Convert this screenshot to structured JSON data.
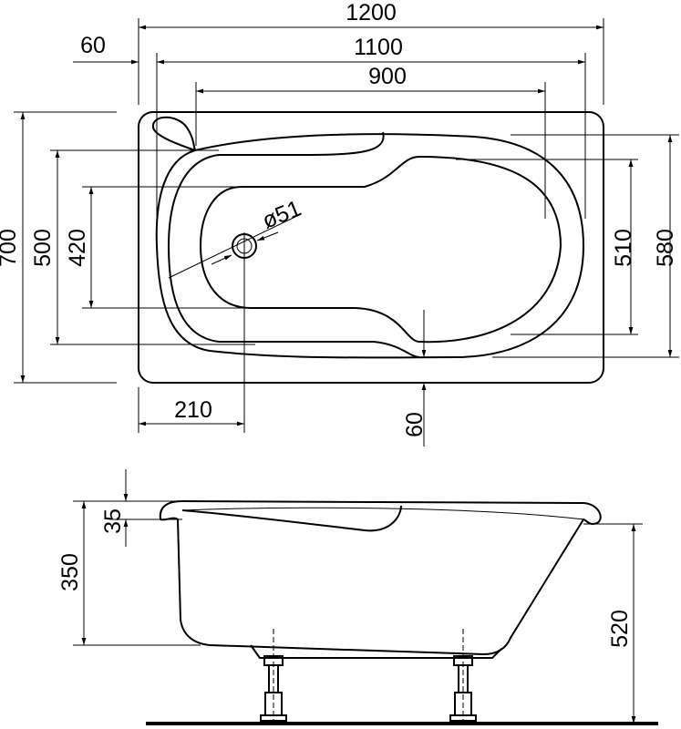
{
  "top_view": {
    "overall_length": "1200",
    "inner_length": "1100",
    "rim_offset_left": "60",
    "basin_length": "900",
    "overall_width": "700",
    "inner_width": "500",
    "basin_width": "420",
    "drain_diameter": "ø51",
    "drain_offset": "210",
    "rim_offset_bottom": "60",
    "foot_width": "510",
    "outer_basin_width": "580"
  },
  "side_view": {
    "rim_height": "35",
    "depth": "350",
    "total_height": "520"
  }
}
